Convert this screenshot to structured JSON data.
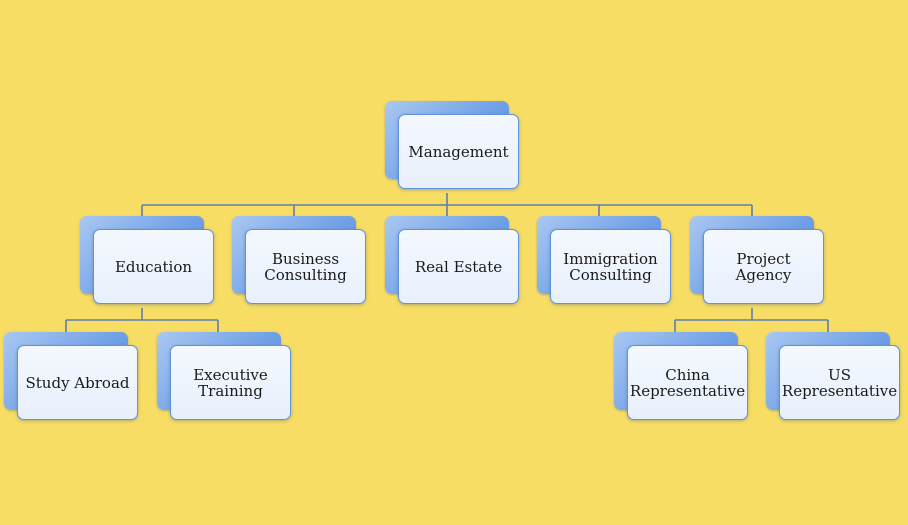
{
  "org_chart": {
    "root": {
      "label": "Management"
    },
    "divisions": [
      {
        "label": "Education"
      },
      {
        "label": "Business Consulting"
      },
      {
        "label": "Real Estate"
      },
      {
        "label": "Immigration Consulting"
      },
      {
        "label": "Project Agency"
      }
    ],
    "education_children": [
      {
        "label": "Study Abroad"
      },
      {
        "label": "Executive Training"
      }
    ],
    "project_agency_children": [
      {
        "label": "China Representative"
      },
      {
        "label": "US Representative"
      }
    ]
  },
  "colors": {
    "background": "#f7dd64",
    "box_back": "#6f9fe6",
    "box_front": "#eef4fd",
    "box_border": "#5f93dc",
    "connector": "#5b7fae"
  }
}
